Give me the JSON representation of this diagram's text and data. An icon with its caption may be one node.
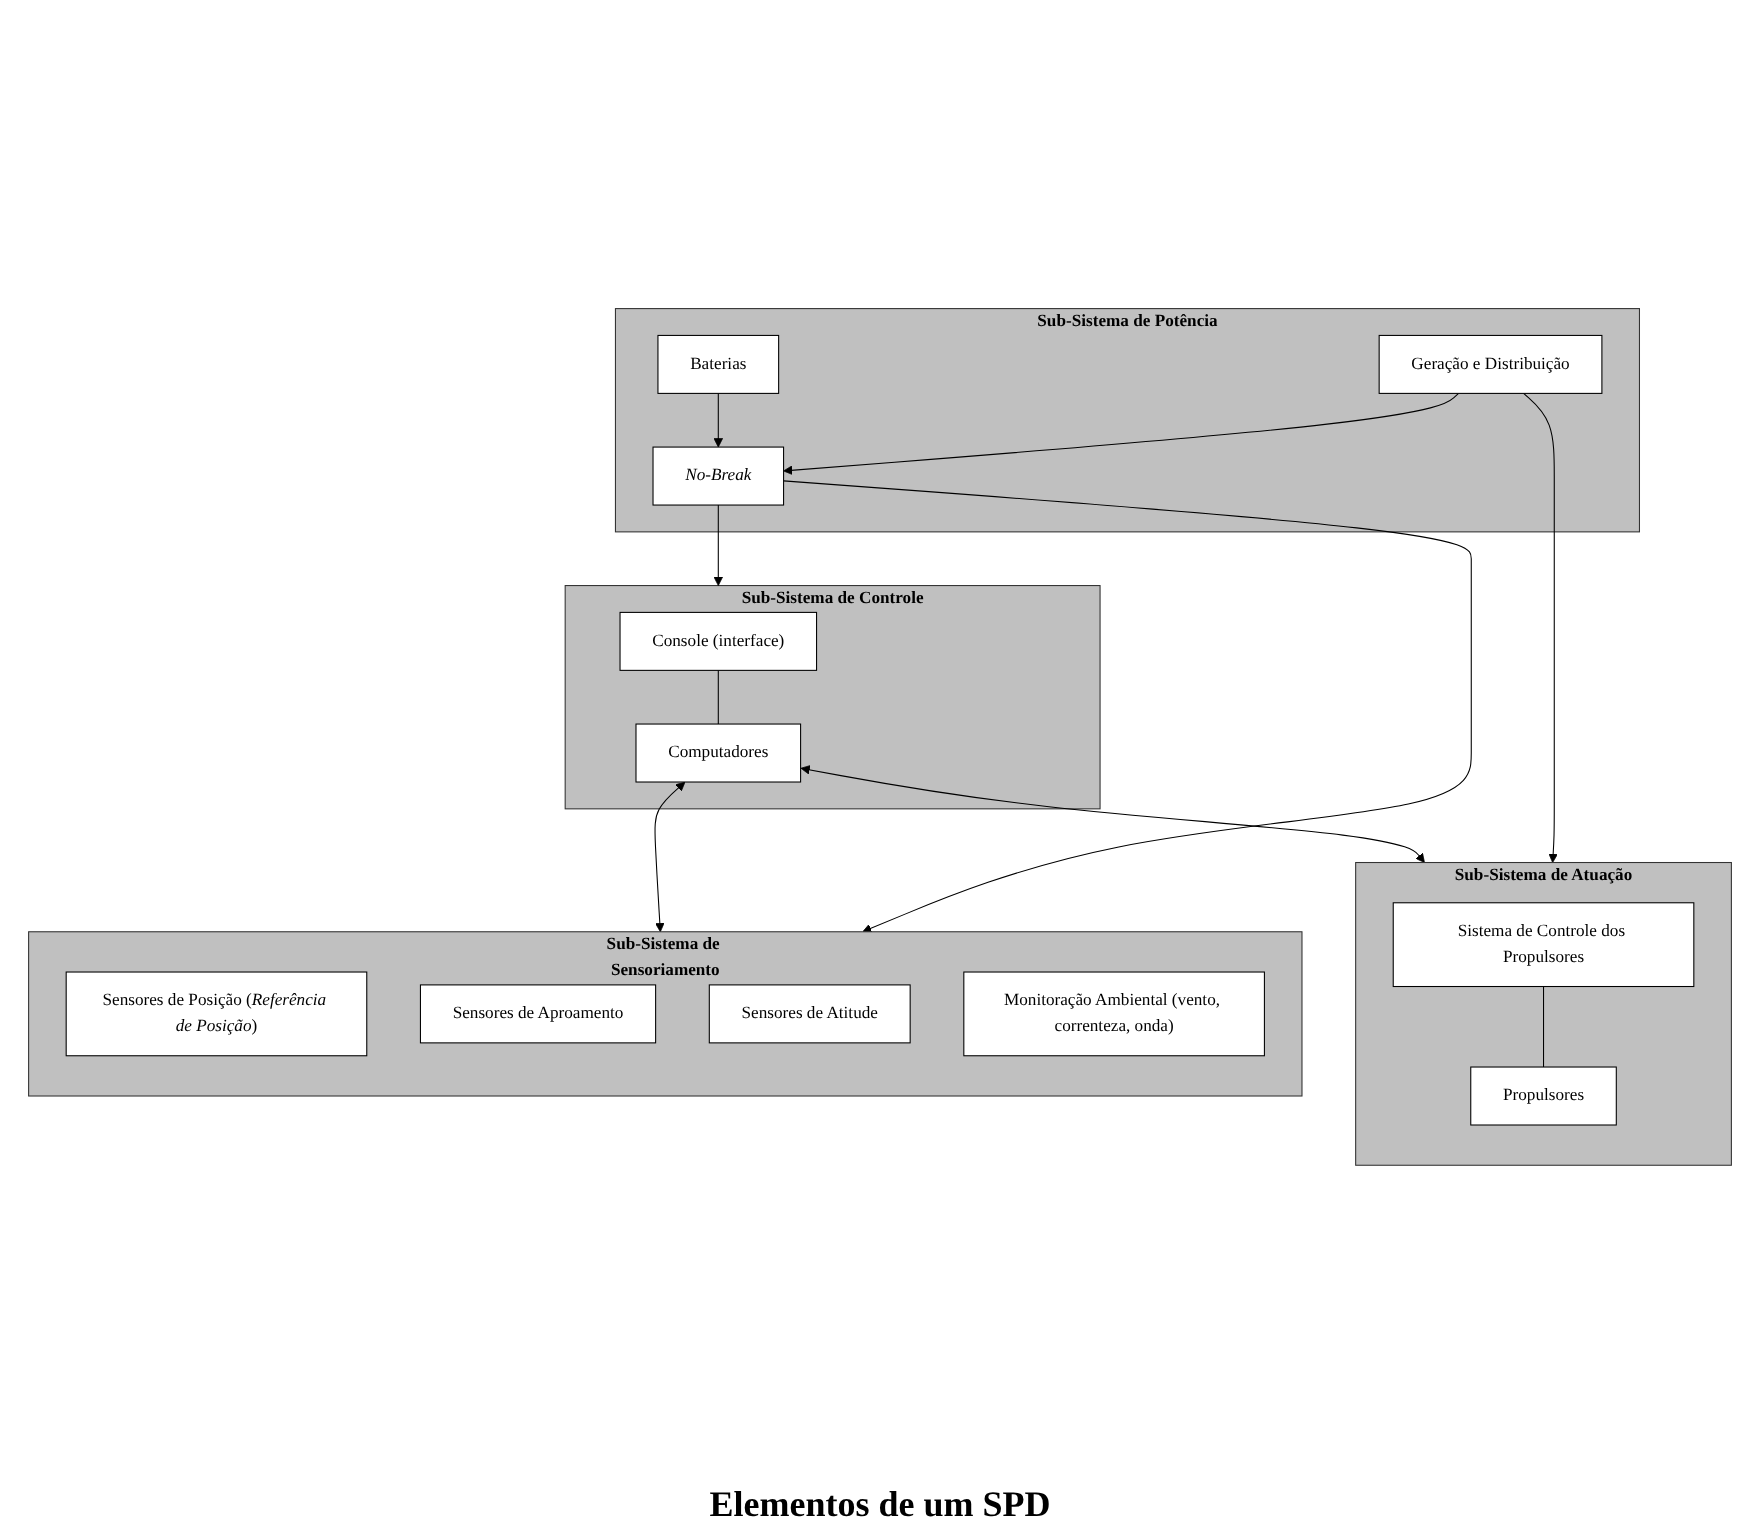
{
  "diagram": {
    "caption": "Elementos de um SPD",
    "nodes": [
      {
        "text": [
          "Sub-Sistema de Controle"
        ]
      },
      {
        "text": [
          "Console (interface)"
        ],
        "in": 0
      },
      {
        "text": [
          "Computadores"
        ],
        "in": 0
      },
      {
        "text": [
          "Sub-Sistema de Sensoriamento"
        ]
      },
      {
        "text": [
          "Sensores de Posição (*Referência de Posição*)"
        ],
        "in": 3
      },
      {
        "text": [
          "Sensores de Aproamento"
        ],
        "in": 3
      },
      {
        "text": [
          "Sensores de Atitude"
        ],
        "in": 3
      },
      {
        "text": [
          "Monitoração Ambiental (vento, correnteza, onda)"
        ],
        "in": 3
      },
      {
        "text": [
          "Sub-Sistema de Potência"
        ]
      },
      {
        "text": [
          "Baterias"
        ],
        "in": 8
      },
      {
        "text": [
          "No-Break"
        ],
        "in": 8
      },
      {
        "text": [
          "Geração e Distribuição"
        ],
        "in": 8
      },
      {
        "text": [
          "Sub-Sistema de Atuação"
        ]
      },
      {
        "text": [
          "Sistema de Controle dos Propulsores"
        ],
        "in": 12
      },
      {
        "text": [
          "Propulsores"
        ],
        "in": 12
      }
    ],
    "edges": [
      {
        "from": 1,
        "to": 2,
        "arrow": "none"
      },
      {
        "from": 2,
        "to": 3,
        "arrow": "both"
      },
      {
        "from": 10,
        "to": 0,
        "arrow": "to"
      },
      {
        "from": 10,
        "to": 3,
        "arrow": "to"
      },
      {
        "from": 2,
        "to": 12,
        "arrow": "both"
      },
      {
        "from": 9,
        "to": 10,
        "arrow": "to"
      },
      {
        "from": 11,
        "to": 10,
        "arrow": "to"
      },
      {
        "from": 11,
        "to": 12,
        "arrow": "to"
      },
      {
        "from": 13,
        "to": 14,
        "arrow": "none"
      }
    ]
  }
}
